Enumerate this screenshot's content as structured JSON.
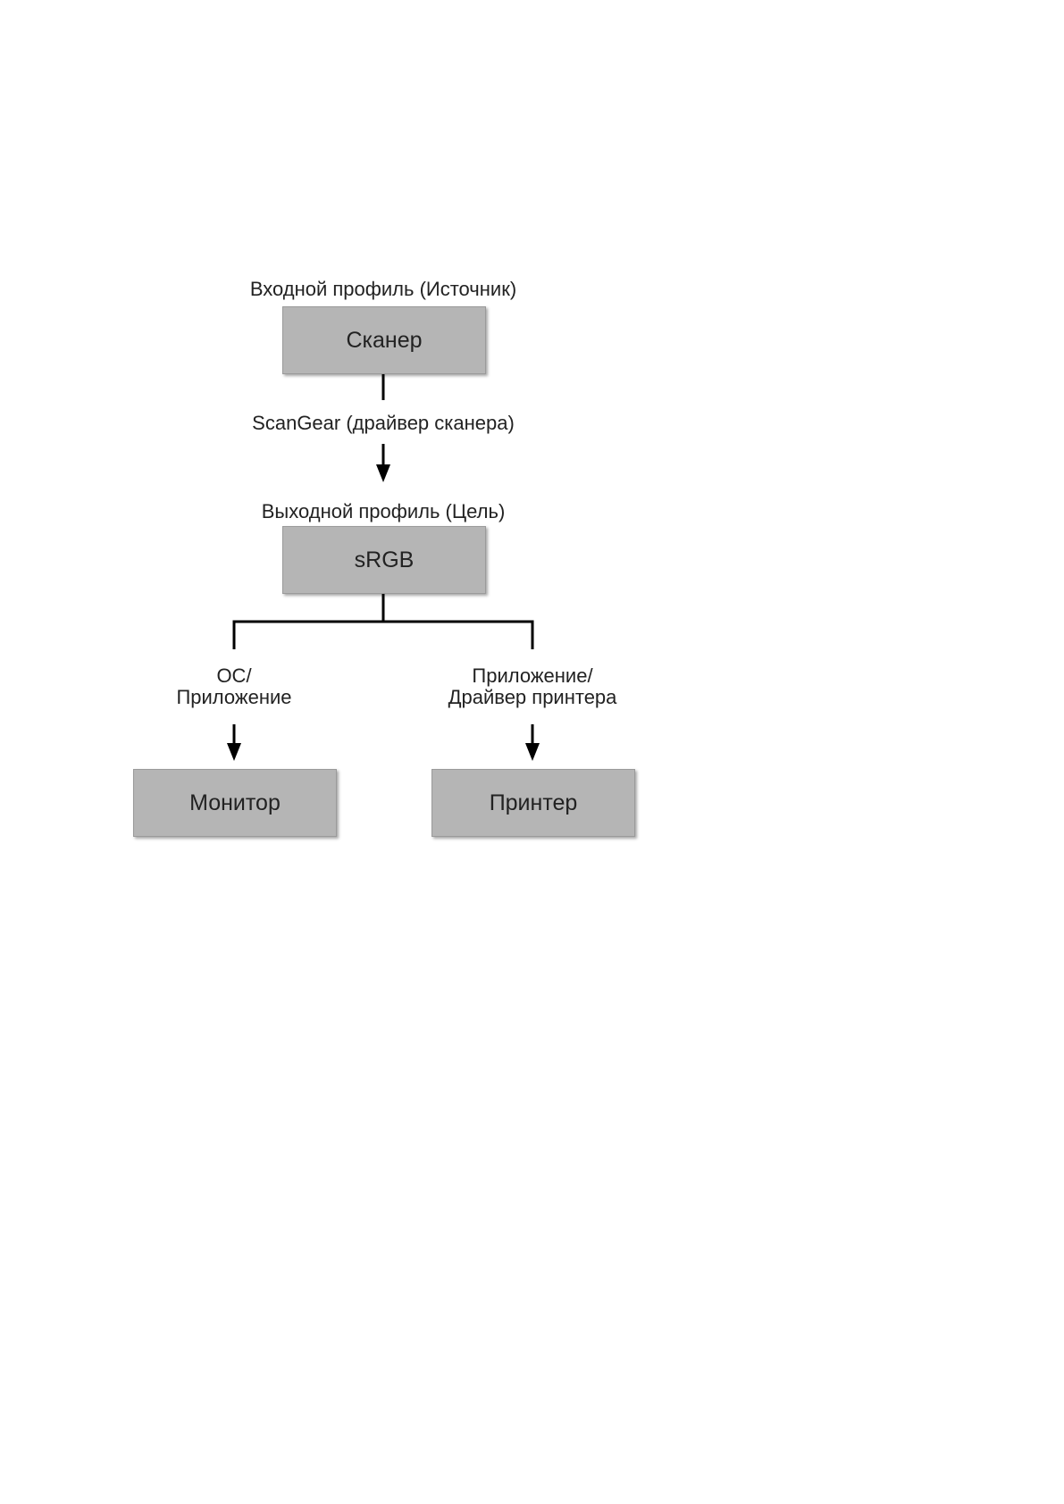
{
  "diagram": {
    "input_profile_label": "Входной профиль (Источник)",
    "scanner_box": "Сканер",
    "driver_label": "ScanGear (драйвер сканера)",
    "output_profile_label": "Выходной профиль (Цель)",
    "srgb_box": "sRGB",
    "left_branch": {
      "line1": "ОС/",
      "line2": "Приложение",
      "box": "Монитор"
    },
    "right_branch": {
      "line1": "Приложение/",
      "line2": "Драйвер принтера",
      "box": "Принтер"
    }
  },
  "colors": {
    "box_fill": "#b5b5b5",
    "line": "#000000",
    "text": "#222222"
  }
}
